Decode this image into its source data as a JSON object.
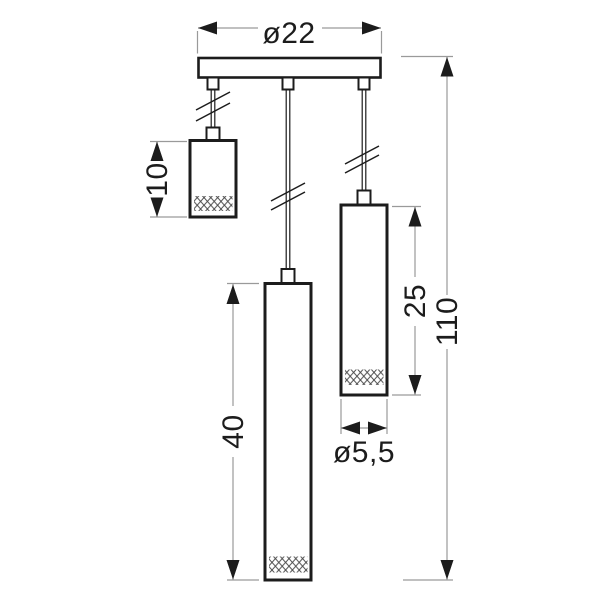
{
  "drawing": {
    "colors": {
      "outline": "#1c1c1c",
      "dimension_line": "#9a9a9a",
      "text": "#1c1c1c",
      "background": "#ffffff"
    },
    "labels": {
      "canopy_diameter": "ø22",
      "small_shade_height": "10",
      "long_shade_height": "40",
      "medium_shade_height": "25",
      "total_height": "110",
      "shade_diameter": "ø5,5"
    }
  }
}
